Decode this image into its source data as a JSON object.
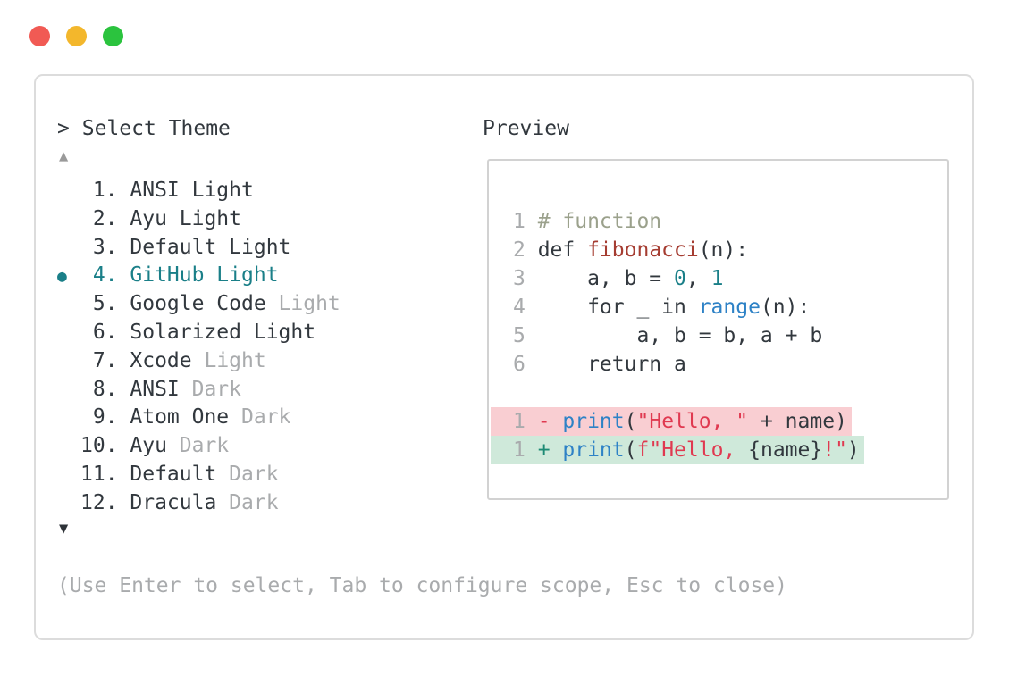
{
  "colors": {
    "ink": "#32383e",
    "muted": "#a9abad",
    "teal": "#1a7f88",
    "comment": "#9ba18c",
    "func-red": "#a53c31",
    "string-red": "#e03950",
    "blue": "#2e82c6",
    "plus-green": "#1d8a74",
    "removed-bg": "#f9ced2",
    "added-bg": "#cfe9da",
    "border": "#d2d2d2",
    "panel-border": "#dcdcdc",
    "tl-red": "#f15a54",
    "tl-yellow": "#f3b72c",
    "tl-green": "#2bc33e"
  },
  "prompt": {
    "caret": ">",
    "title": "Select Theme"
  },
  "list": {
    "scroll_up": "▲",
    "scroll_down": "▼",
    "bullet": "●"
  },
  "themes": [
    {
      "number": "1.",
      "name": "ANSI Light",
      "muted": "",
      "selected": false
    },
    {
      "number": "2.",
      "name": "Ayu Light",
      "muted": "",
      "selected": false
    },
    {
      "number": "3.",
      "name": "Default Light",
      "muted": "",
      "selected": false
    },
    {
      "number": "4.",
      "name": "GitHub Light",
      "muted": "",
      "selected": true
    },
    {
      "number": "5.",
      "name": "Google Code",
      "muted": "Light",
      "selected": false
    },
    {
      "number": "6.",
      "name": "Solarized Light",
      "muted": "",
      "selected": false
    },
    {
      "number": "7.",
      "name": "Xcode",
      "muted": "Light",
      "selected": false
    },
    {
      "number": "8.",
      "name": "ANSI",
      "muted": "Dark",
      "selected": false
    },
    {
      "number": "9.",
      "name": "Atom One",
      "muted": "Dark",
      "selected": false
    },
    {
      "number": "10.",
      "name": "Ayu",
      "muted": "Dark",
      "selected": false
    },
    {
      "number": "11.",
      "name": "Default",
      "muted": "Dark",
      "selected": false
    },
    {
      "number": "12.",
      "name": "Dracula",
      "muted": "Dark",
      "selected": false
    }
  ],
  "hint": {
    "text": "(Use Enter to select, Tab to configure scope, Esc to close)"
  },
  "preview": {
    "title": "Preview",
    "lines": [
      {
        "num": "1",
        "tokens": [
          [
            "c",
            "# function"
          ]
        ]
      },
      {
        "num": "2",
        "tokens": [
          [
            "d",
            "def "
          ],
          [
            "r",
            "fibonacci"
          ],
          [
            "d",
            "(n):"
          ]
        ]
      },
      {
        "num": "3",
        "tokens": [
          [
            "d",
            "    a, b = "
          ],
          [
            "t",
            "0"
          ],
          [
            "d",
            ", "
          ],
          [
            "t",
            "1"
          ]
        ]
      },
      {
        "num": "4",
        "tokens": [
          [
            "d",
            "    for _ in "
          ],
          [
            "b",
            "range"
          ],
          [
            "d",
            "(n):"
          ]
        ]
      },
      {
        "num": "5",
        "tokens": [
          [
            "d",
            "        a, b = b, a + b"
          ]
        ]
      },
      {
        "num": "6",
        "tokens": [
          [
            "d",
            "    return a"
          ]
        ]
      },
      {
        "blank": true
      },
      {
        "num": "1",
        "bg": "removed",
        "tokens": [
          [
            "s",
            "- "
          ],
          [
            "b",
            "print"
          ],
          [
            "d",
            "("
          ],
          [
            "s",
            "\"Hello, \""
          ],
          [
            "d",
            " + name)"
          ]
        ]
      },
      {
        "num": "1",
        "bg": "added",
        "tokens": [
          [
            "p",
            "+ "
          ],
          [
            "b",
            "print"
          ],
          [
            "d",
            "("
          ],
          [
            "s",
            "f\"Hello, "
          ],
          [
            "d",
            "{name}"
          ],
          [
            "s",
            "!\""
          ],
          [
            "d",
            ")"
          ]
        ]
      }
    ]
  }
}
